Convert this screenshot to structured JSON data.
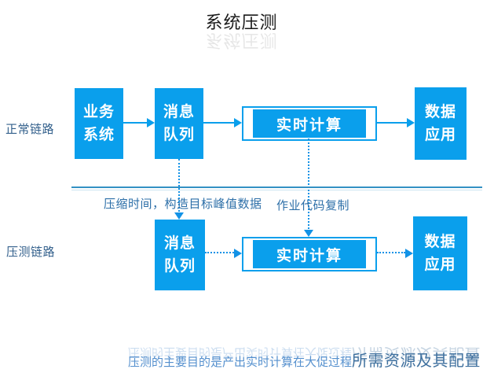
{
  "title": "系统压测",
  "rows": {
    "normal": {
      "label": "正常链路"
    },
    "stress": {
      "label": "压测链路"
    }
  },
  "nodes": {
    "business_system": {
      "line1": "业务",
      "line2": "系统"
    },
    "mq_normal": {
      "line1": "消息",
      "line2": "队列"
    },
    "realtime_normal": {
      "label": "实时计算"
    },
    "data_app_normal": {
      "line1": "数据",
      "line2": "应用"
    },
    "mq_stress": {
      "line1": "消息",
      "line2": "队列"
    },
    "realtime_stress": {
      "label": "实时计算"
    },
    "data_app_stress": {
      "line1": "数据",
      "line2": "应用"
    }
  },
  "annotations": {
    "compress": "压缩时间，构造目标峰值数据",
    "copy": "作业代码复制"
  },
  "footer": {
    "normal_part": "压测的主要目的是产出实时计算在大促过程",
    "emphasis_part": "所需资源及其配置"
  },
  "colors": {
    "node_fill": "#0A9FEC",
    "dotted_arrow": "#1292E6",
    "divider": "#3391C4",
    "row_label": "#33608C",
    "annotation": "#2D6FA8",
    "footer_normal": "#5590CE",
    "footer_emphasis": "#40719F",
    "title": "#1A1A1A"
  }
}
